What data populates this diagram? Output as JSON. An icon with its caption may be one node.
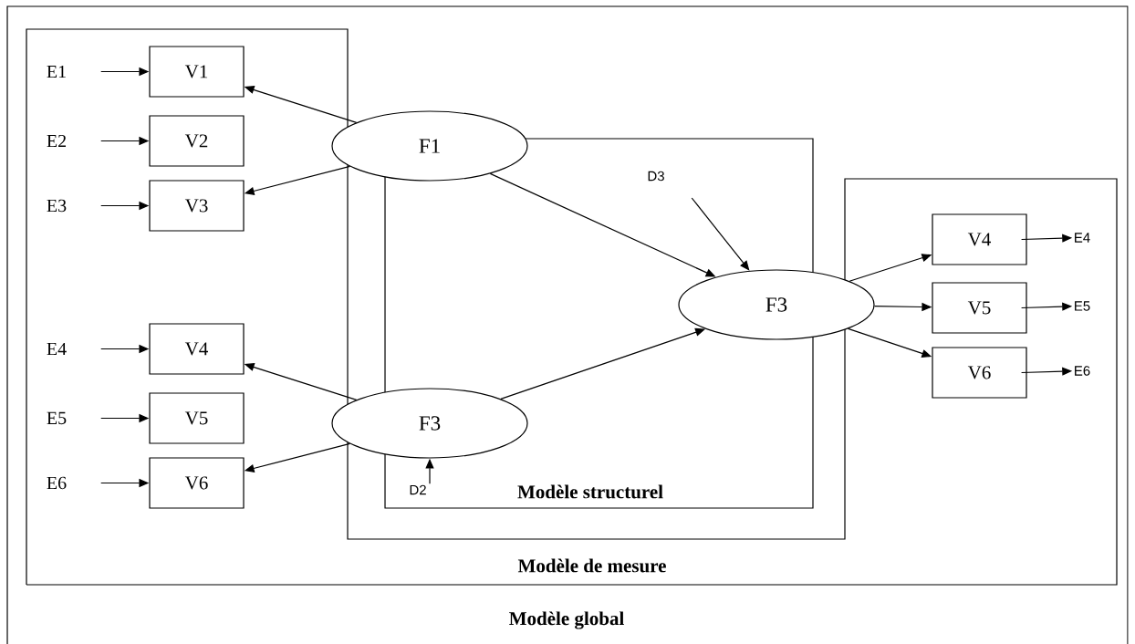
{
  "diagram": {
    "nodes": [
      {
        "text": [
          "Modèle global"
        ]
      },
      {
        "text": [
          "Modèle de mesure"
        ],
        "in": 0
      },
      {
        "text": [
          "Modèle structurel"
        ],
        "in": 1
      },
      {
        "text": [
          "E1"
        ],
        "in": 1
      },
      {
        "text": [
          "V1"
        ],
        "in": 1
      },
      {
        "text": [
          "E2"
        ],
        "in": 1
      },
      {
        "text": [
          "V2"
        ],
        "in": 1
      },
      {
        "text": [
          "E3"
        ],
        "in": 1
      },
      {
        "text": [
          "V3"
        ],
        "in": 1
      },
      {
        "text": [
          "E4"
        ],
        "in": 1
      },
      {
        "text": [
          "V4"
        ],
        "in": 1
      },
      {
        "text": [
          "E5"
        ],
        "in": 1
      },
      {
        "text": [
          "V5"
        ],
        "in": 1
      },
      {
        "text": [
          "E6"
        ],
        "in": 1
      },
      {
        "text": [
          "V6"
        ],
        "in": 1
      },
      {
        "text": [
          "F1"
        ],
        "in": 0
      },
      {
        "text": [
          "F3"
        ],
        "in": 0
      },
      {
        "text": [
          "D2"
        ],
        "in": 2
      },
      {
        "text": [
          "D3"
        ],
        "in": 2
      },
      {
        "text": [
          "F3"
        ],
        "in": 0
      },
      {
        "text": [
          "V4"
        ],
        "in": 1
      },
      {
        "text": [
          "E4"
        ],
        "in": 1
      },
      {
        "text": [
          "V5"
        ],
        "in": 1
      },
      {
        "text": [
          "E5"
        ],
        "in": 1
      },
      {
        "text": [
          "V6"
        ],
        "in": 1
      },
      {
        "text": [
          "E6"
        ],
        "in": 1
      }
    ],
    "edges": [
      {
        "from": 3,
        "to": 4,
        "arrow": "to"
      },
      {
        "from": 5,
        "to": 6,
        "arrow": "to"
      },
      {
        "from": 7,
        "to": 8,
        "arrow": "to"
      },
      {
        "from": 9,
        "to": 10,
        "arrow": "to"
      },
      {
        "from": 11,
        "to": 12,
        "arrow": "to"
      },
      {
        "from": 13,
        "to": 14,
        "arrow": "to"
      },
      {
        "from": 15,
        "to": 4,
        "arrow": "to"
      },
      {
        "from": 15,
        "to": 8,
        "arrow": "to"
      },
      {
        "from": 16,
        "to": 10,
        "arrow": "to"
      },
      {
        "from": 16,
        "to": 14,
        "arrow": "to"
      },
      {
        "from": 15,
        "to": 19,
        "arrow": "to"
      },
      {
        "from": 16,
        "to": 19,
        "arrow": "to"
      },
      {
        "from": 18,
        "to": 19,
        "arrow": "to"
      },
      {
        "from": 17,
        "to": 16,
        "arrow": "to"
      },
      {
        "from": 19,
        "to": 20,
        "arrow": "to"
      },
      {
        "from": 19,
        "to": 22,
        "arrow": "to"
      },
      {
        "from": 19,
        "to": 24,
        "arrow": "to"
      },
      {
        "from": 20,
        "to": 21,
        "arrow": "to"
      },
      {
        "from": 22,
        "to": 23,
        "arrow": "to"
      },
      {
        "from": 24,
        "to": 25,
        "arrow": "to"
      }
    ]
  }
}
